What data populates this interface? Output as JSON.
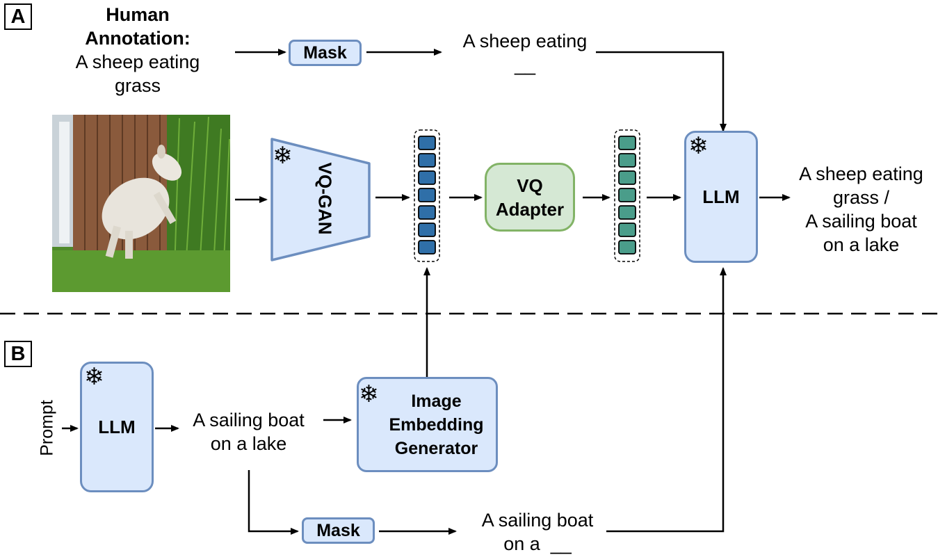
{
  "section_a": {
    "label": "A"
  },
  "section_b": {
    "label": "B"
  },
  "annotation": {
    "title_line1": "Human",
    "title_line2": "Annotation:",
    "text_line1": "A sheep eating",
    "text_line2": "grass"
  },
  "mask_top": {
    "label": "Mask"
  },
  "masked_caption_top": {
    "line1": "A sheep eating",
    "line2": "__"
  },
  "input_image": {
    "icon": "sheep-photo",
    "colors": {
      "fence": "#8a5a3c",
      "grass": "#4f8a2a",
      "sheep": "#e8e4dc"
    }
  },
  "vq_gan": {
    "label": "VQ-GAN",
    "icon": "snowflake-icon"
  },
  "adapter": {
    "line1": "VQ",
    "line2": "Adapter"
  },
  "llm_top": {
    "label": "LLM",
    "icon": "snowflake-icon"
  },
  "output_caption": {
    "line1": "A sheep eating",
    "line2": "grass /",
    "line3": "A sailing boat",
    "line4": "on a lake"
  },
  "prompt": {
    "label": "Prompt"
  },
  "llm_bottom": {
    "label": "LLM",
    "icon": "snowflake-icon"
  },
  "generated_caption": {
    "line1": "A sailing boat",
    "line2": "on a lake"
  },
  "embedding_generator": {
    "line1": "Image",
    "line2": "Embedding",
    "line3": "Generator",
    "icon": "snowflake-icon"
  },
  "mask_bottom": {
    "label": "Mask"
  },
  "masked_caption_bottom": {
    "line1": "A sailing boat",
    "line2": "on a  __"
  },
  "colors": {
    "blue_fill": "#dae8fc",
    "blue_stroke": "#6c8ebf",
    "green_fill": "#d5e8d4",
    "green_stroke": "#82b366",
    "token_blue": "#2f6fa8",
    "token_green": "#4a9d8a"
  }
}
